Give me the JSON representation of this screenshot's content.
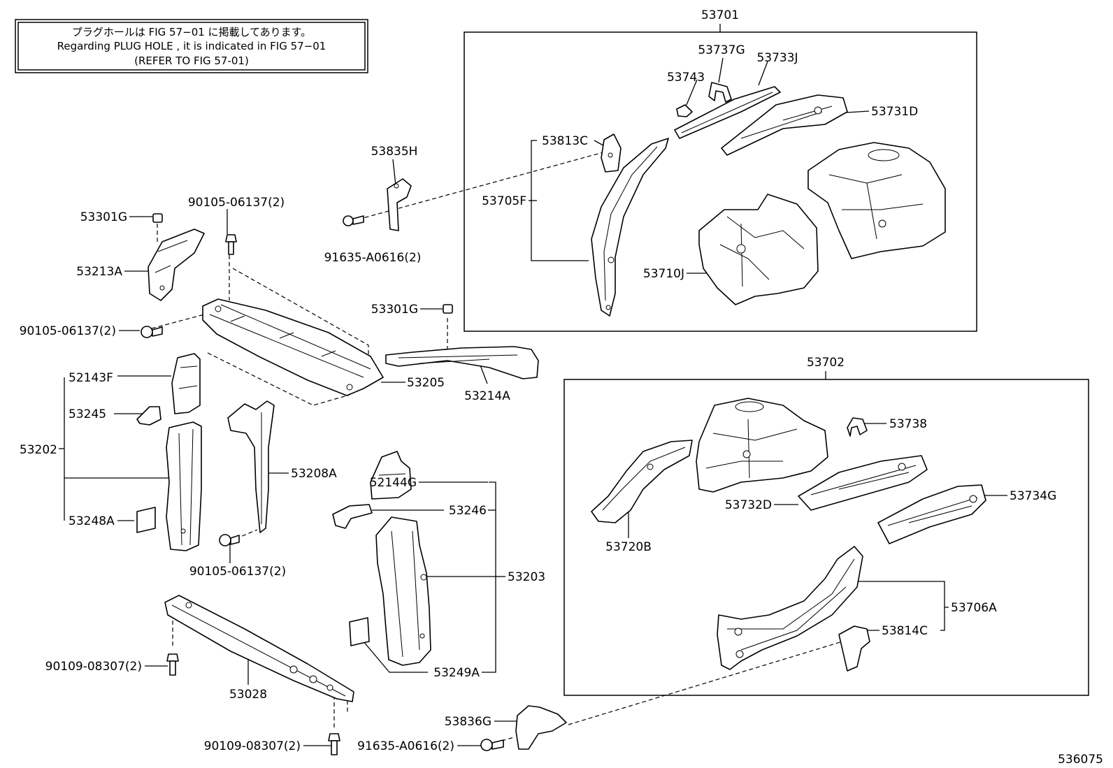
{
  "notice": {
    "line1": "プラグホールは FIG 57−01 に掲載してあります。",
    "line2": "Regarding  PLUG  HOLE , it is indicated in FIG  57−01",
    "line3": "(REFER  TO  FIG 57-01)"
  },
  "figure_number": "536075",
  "labels": {
    "p53701": "53701",
    "p53737g": "53737G",
    "p53733j": "53733J",
    "p53743": "53743",
    "p53731d": "53731D",
    "p53813c": "53813C",
    "p53835h": "53835H",
    "p53705f": "53705F",
    "p53710j": "53710J",
    "p90105a": "90105-06137(2)",
    "p53301ga": "53301G",
    "p53213a": "53213A",
    "p91635a": "91635-A0616(2)",
    "p53301gb": "53301G",
    "p90105b": "90105-06137(2)",
    "p53205": "53205",
    "p53214a": "53214A",
    "p52143f": "52143F",
    "p53245": "53245",
    "p53202": "53202",
    "p53248a": "53248A",
    "p53208a": "53208A",
    "p90105c": "90105-06137(2)",
    "p52144g": "52144G",
    "p53246": "53246",
    "p53203": "53203",
    "p53249a": "53249A",
    "p90109a": "90109-08307(2)",
    "p53028": "53028",
    "p90109b": "90109-08307(2)",
    "p91635b": "91635-A0616(2)",
    "p53836g": "53836G",
    "p53702": "53702",
    "p53738": "53738",
    "p53732d": "53732D",
    "p53734g": "53734G",
    "p53720b": "53720B",
    "p53706a": "53706A",
    "p53814c": "53814C"
  }
}
